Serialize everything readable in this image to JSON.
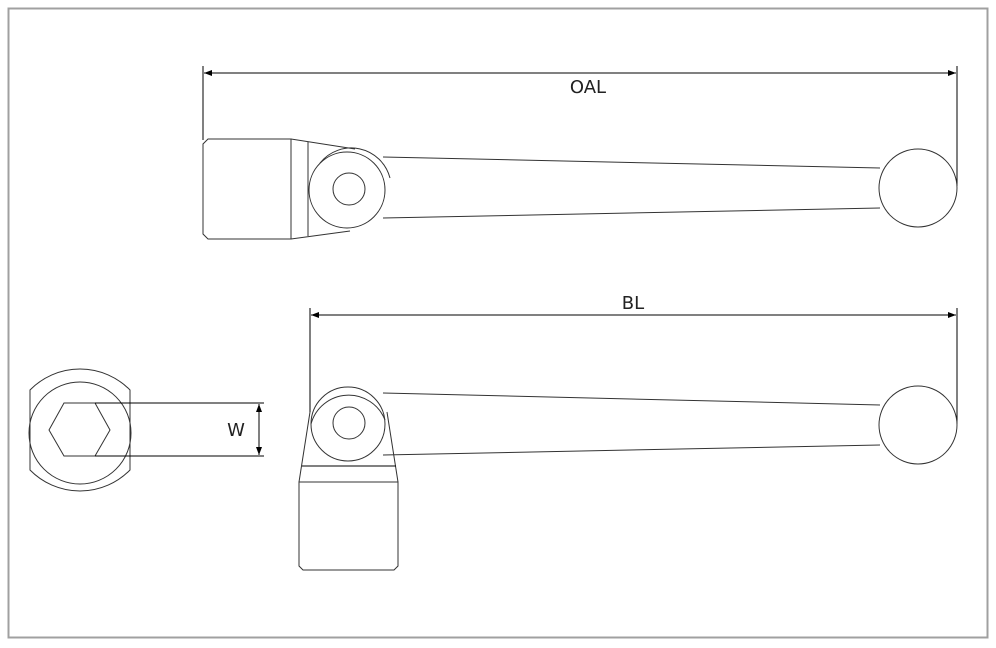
{
  "diagram": {
    "labels": {
      "overall_length": "OAL",
      "body_length": "BL",
      "width": "W"
    },
    "colors": {
      "line": "#333333",
      "border": "#a0a0a0"
    }
  }
}
